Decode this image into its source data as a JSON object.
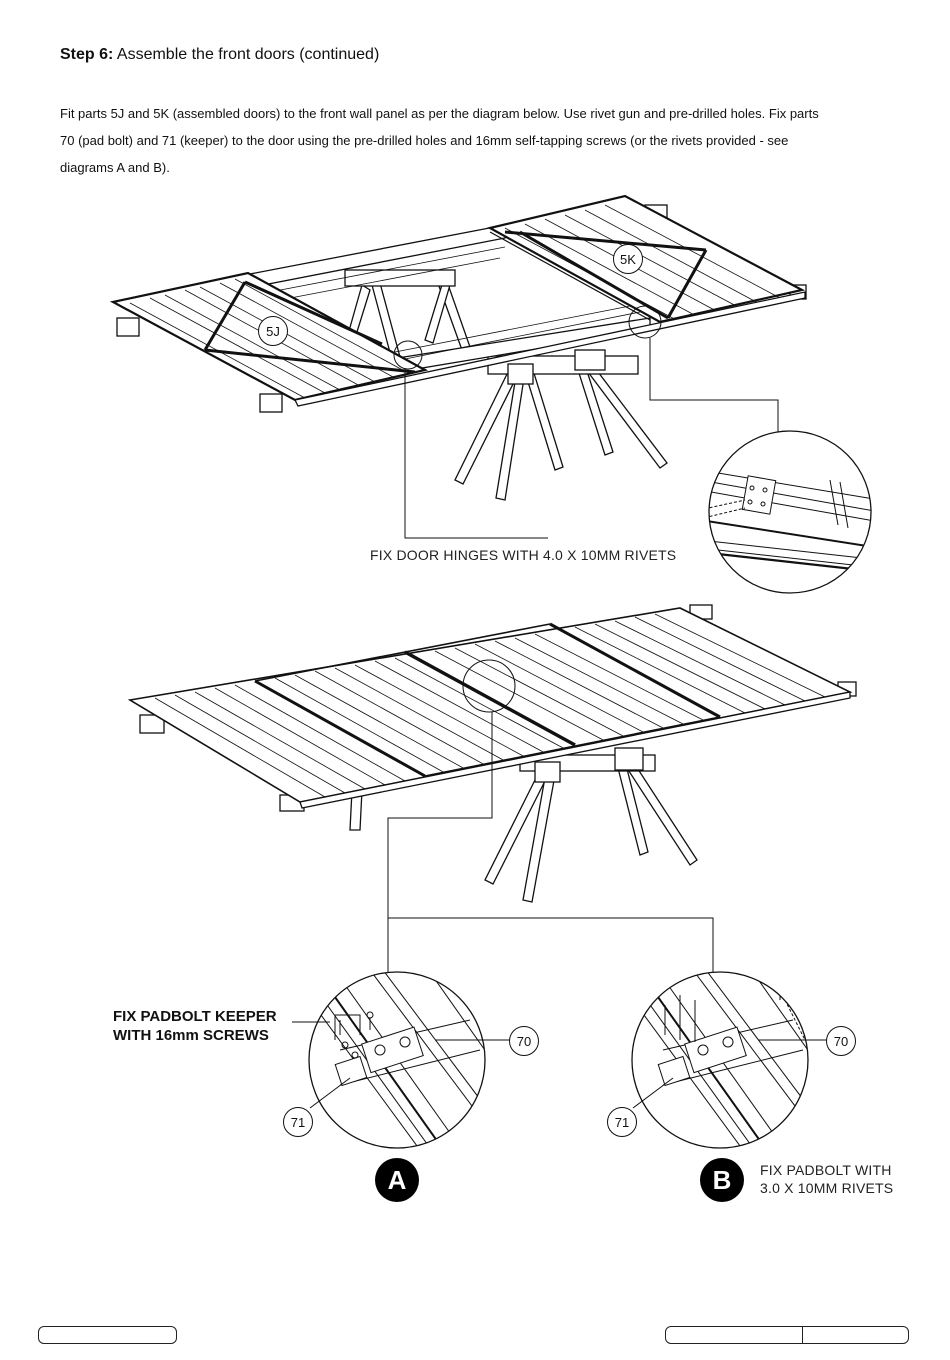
{
  "step": {
    "label": "Step 6:",
    "title": "Assemble the front doors (continued)"
  },
  "instructions": {
    "line1": "Fit parts 5J and 5K (assembled doors) to the front wall panel as per the diagram below. Use rivet gun and pre-drilled holes. Fix parts",
    "line2": "70 (pad bolt) and 71 (keeper) to the door using the pre-drilled holes and 16mm self-tapping screws (or the rivets provided - see",
    "line3": "diagrams A and B)."
  },
  "diagram_top": {
    "part_5j": "5J",
    "part_5k": "5K",
    "hinge_note": "FIX DOOR HINGES WITH 4.0 X 10MM RIVETS"
  },
  "detail_a": {
    "badge": "A",
    "note_line1": "FIX PADBOLT KEEPER",
    "note_line2": "WITH  16mm SCREWS",
    "part_70": "70",
    "part_71": "71"
  },
  "detail_b": {
    "badge": "B",
    "note_line1": "FIX PADBOLT WITH",
    "note_line2": "3.0 X 10MM RIVETS",
    "part_70": "70",
    "part_71": "71"
  }
}
